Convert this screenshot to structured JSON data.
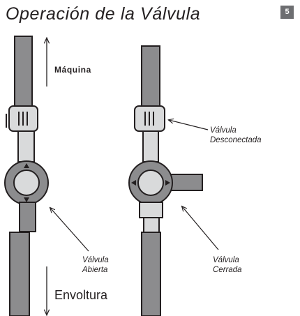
{
  "title": "Operación de la Válvula",
  "page_number": "5",
  "labels": {
    "machine": "Máquina",
    "wrap": "Envoltura",
    "valve_open": [
      "Válvula",
      "Abierta"
    ],
    "valve_disconnected": [
      "Válvula",
      "Desconectada"
    ],
    "valve_closed": [
      "Válvula",
      "Cerrada"
    ]
  },
  "colors": {
    "pipe": "#8c8c8e",
    "valve_light": "#d9dadb",
    "outline": "#231f20",
    "badge": "#6d6e71"
  }
}
